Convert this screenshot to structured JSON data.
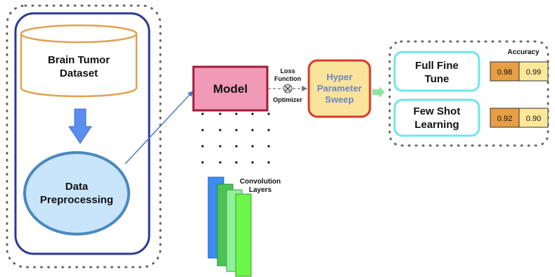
{
  "dataset": {
    "line1": "Brain Tumor",
    "line2": "Dataset"
  },
  "preprocessing": {
    "line1": "Data",
    "line2": "Preprocessing"
  },
  "model": {
    "label": "Model"
  },
  "loss": {
    "line1": "Loss",
    "line2": "Function",
    "optimizer": "Optimizer"
  },
  "sweep": {
    "line1": "Hyper",
    "line2": "Parameter",
    "line3": "Sweep"
  },
  "conv": {
    "line1": "Convolution",
    "line2": "Layers"
  },
  "results": {
    "header": "Accuracy",
    "full": {
      "line1": "Full Fine",
      "line2": "Tune",
      "v1": "0.98",
      "v2": "0.99"
    },
    "few": {
      "line1": "Few Shot",
      "line2": "Learning",
      "v1": "0.92",
      "v2": "0.90"
    }
  },
  "colors": {
    "navy": "#2a3896",
    "dataset_orange": "#e2a24c",
    "arrow_blue": "#5b8def",
    "ellipse_fill": "#c9e5fb",
    "ellipse_stroke": "#4a88c0",
    "model_fill": "#f09ab8",
    "model_stroke": "#a11c3a",
    "sweep_fill": "#fae39b",
    "sweep_stroke": "#d63a2c",
    "sweep_text": "#6a86c8",
    "cyan": "#6fe5ee",
    "green_arrow": "#8ee6a4",
    "orange_cell": "#e79e45",
    "yellow_cell": "#fde89a"
  }
}
